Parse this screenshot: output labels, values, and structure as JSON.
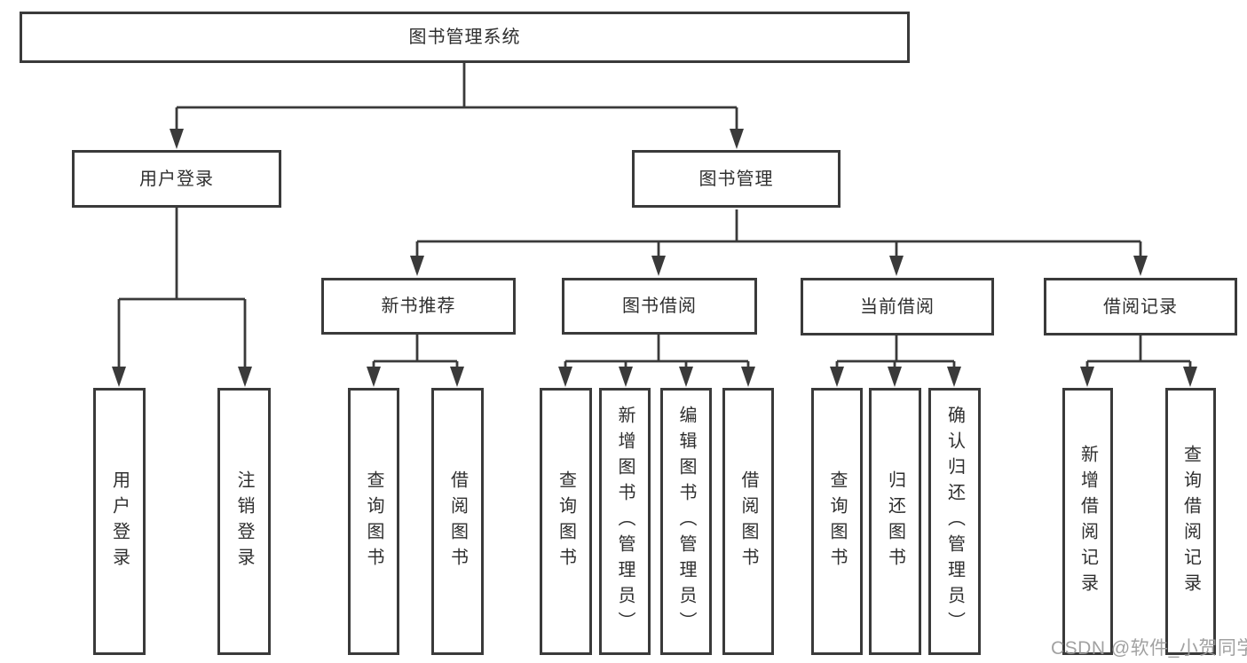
{
  "diagram_title": "图书管理系统",
  "watermark": "CSDN @软件_小贺同学",
  "colors": {
    "line": "#3a3a3a",
    "text": "#2f2f2f",
    "watermark": "#9a9a9a",
    "background": "#ffffff"
  },
  "tree": {
    "label": "图书管理系统",
    "children": [
      {
        "label": "用户登录",
        "children": [
          {
            "label": "用户登录"
          },
          {
            "label": "注销登录"
          }
        ]
      },
      {
        "label": "图书管理",
        "children": [
          {
            "label": "新书推荐",
            "children": [
              {
                "label": "查询图书"
              },
              {
                "label": "借阅图书"
              }
            ]
          },
          {
            "label": "图书借阅",
            "children": [
              {
                "label": "查询图书"
              },
              {
                "label": "新增图书（管理员）"
              },
              {
                "label": "编辑图书（管理员）"
              },
              {
                "label": "借阅图书"
              }
            ]
          },
          {
            "label": "当前借阅",
            "children": [
              {
                "label": "查询图书"
              },
              {
                "label": "归还图书"
              },
              {
                "label": "确认归还（管理员）"
              }
            ]
          },
          {
            "label": "借阅记录",
            "children": [
              {
                "label": "新增借阅记录"
              },
              {
                "label": "查询借阅记录"
              }
            ]
          }
        ]
      }
    ]
  }
}
